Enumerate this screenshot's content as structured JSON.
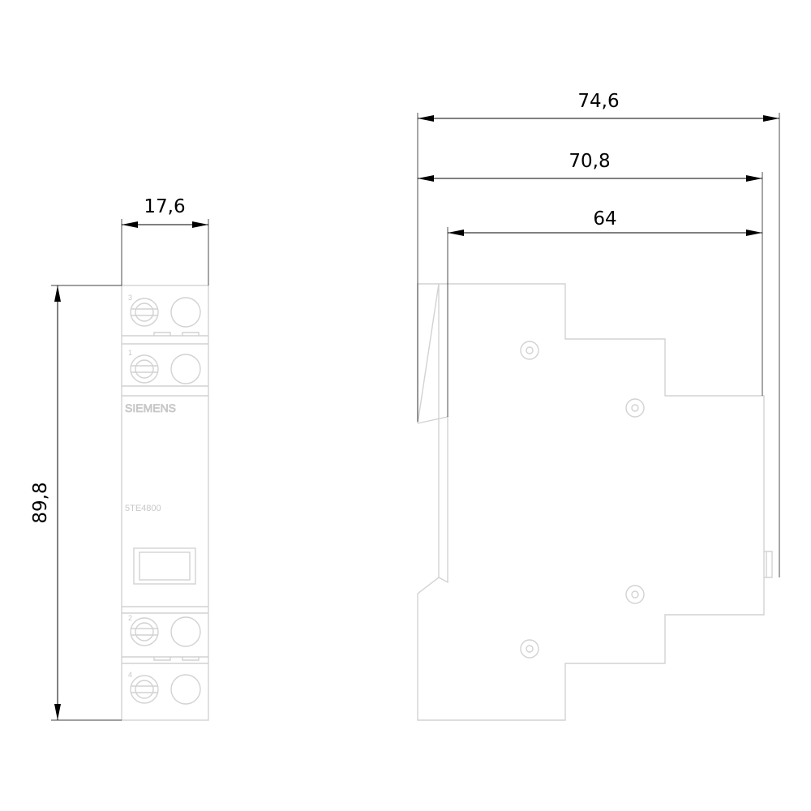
{
  "colors": {
    "outline": "#d2d2d2",
    "dimension": "#000000",
    "background": "#ffffff"
  },
  "front_view": {
    "dimensions": {
      "width": "17,6",
      "height": "89,8"
    },
    "brand": "SIEMENS",
    "model": "5TE4800",
    "terminals": [
      "3",
      "1",
      "2",
      "4"
    ]
  },
  "side_view": {
    "dimensions": {
      "overall_depth": "74,6",
      "depth_mid": "70,8",
      "depth_body": "64"
    }
  }
}
